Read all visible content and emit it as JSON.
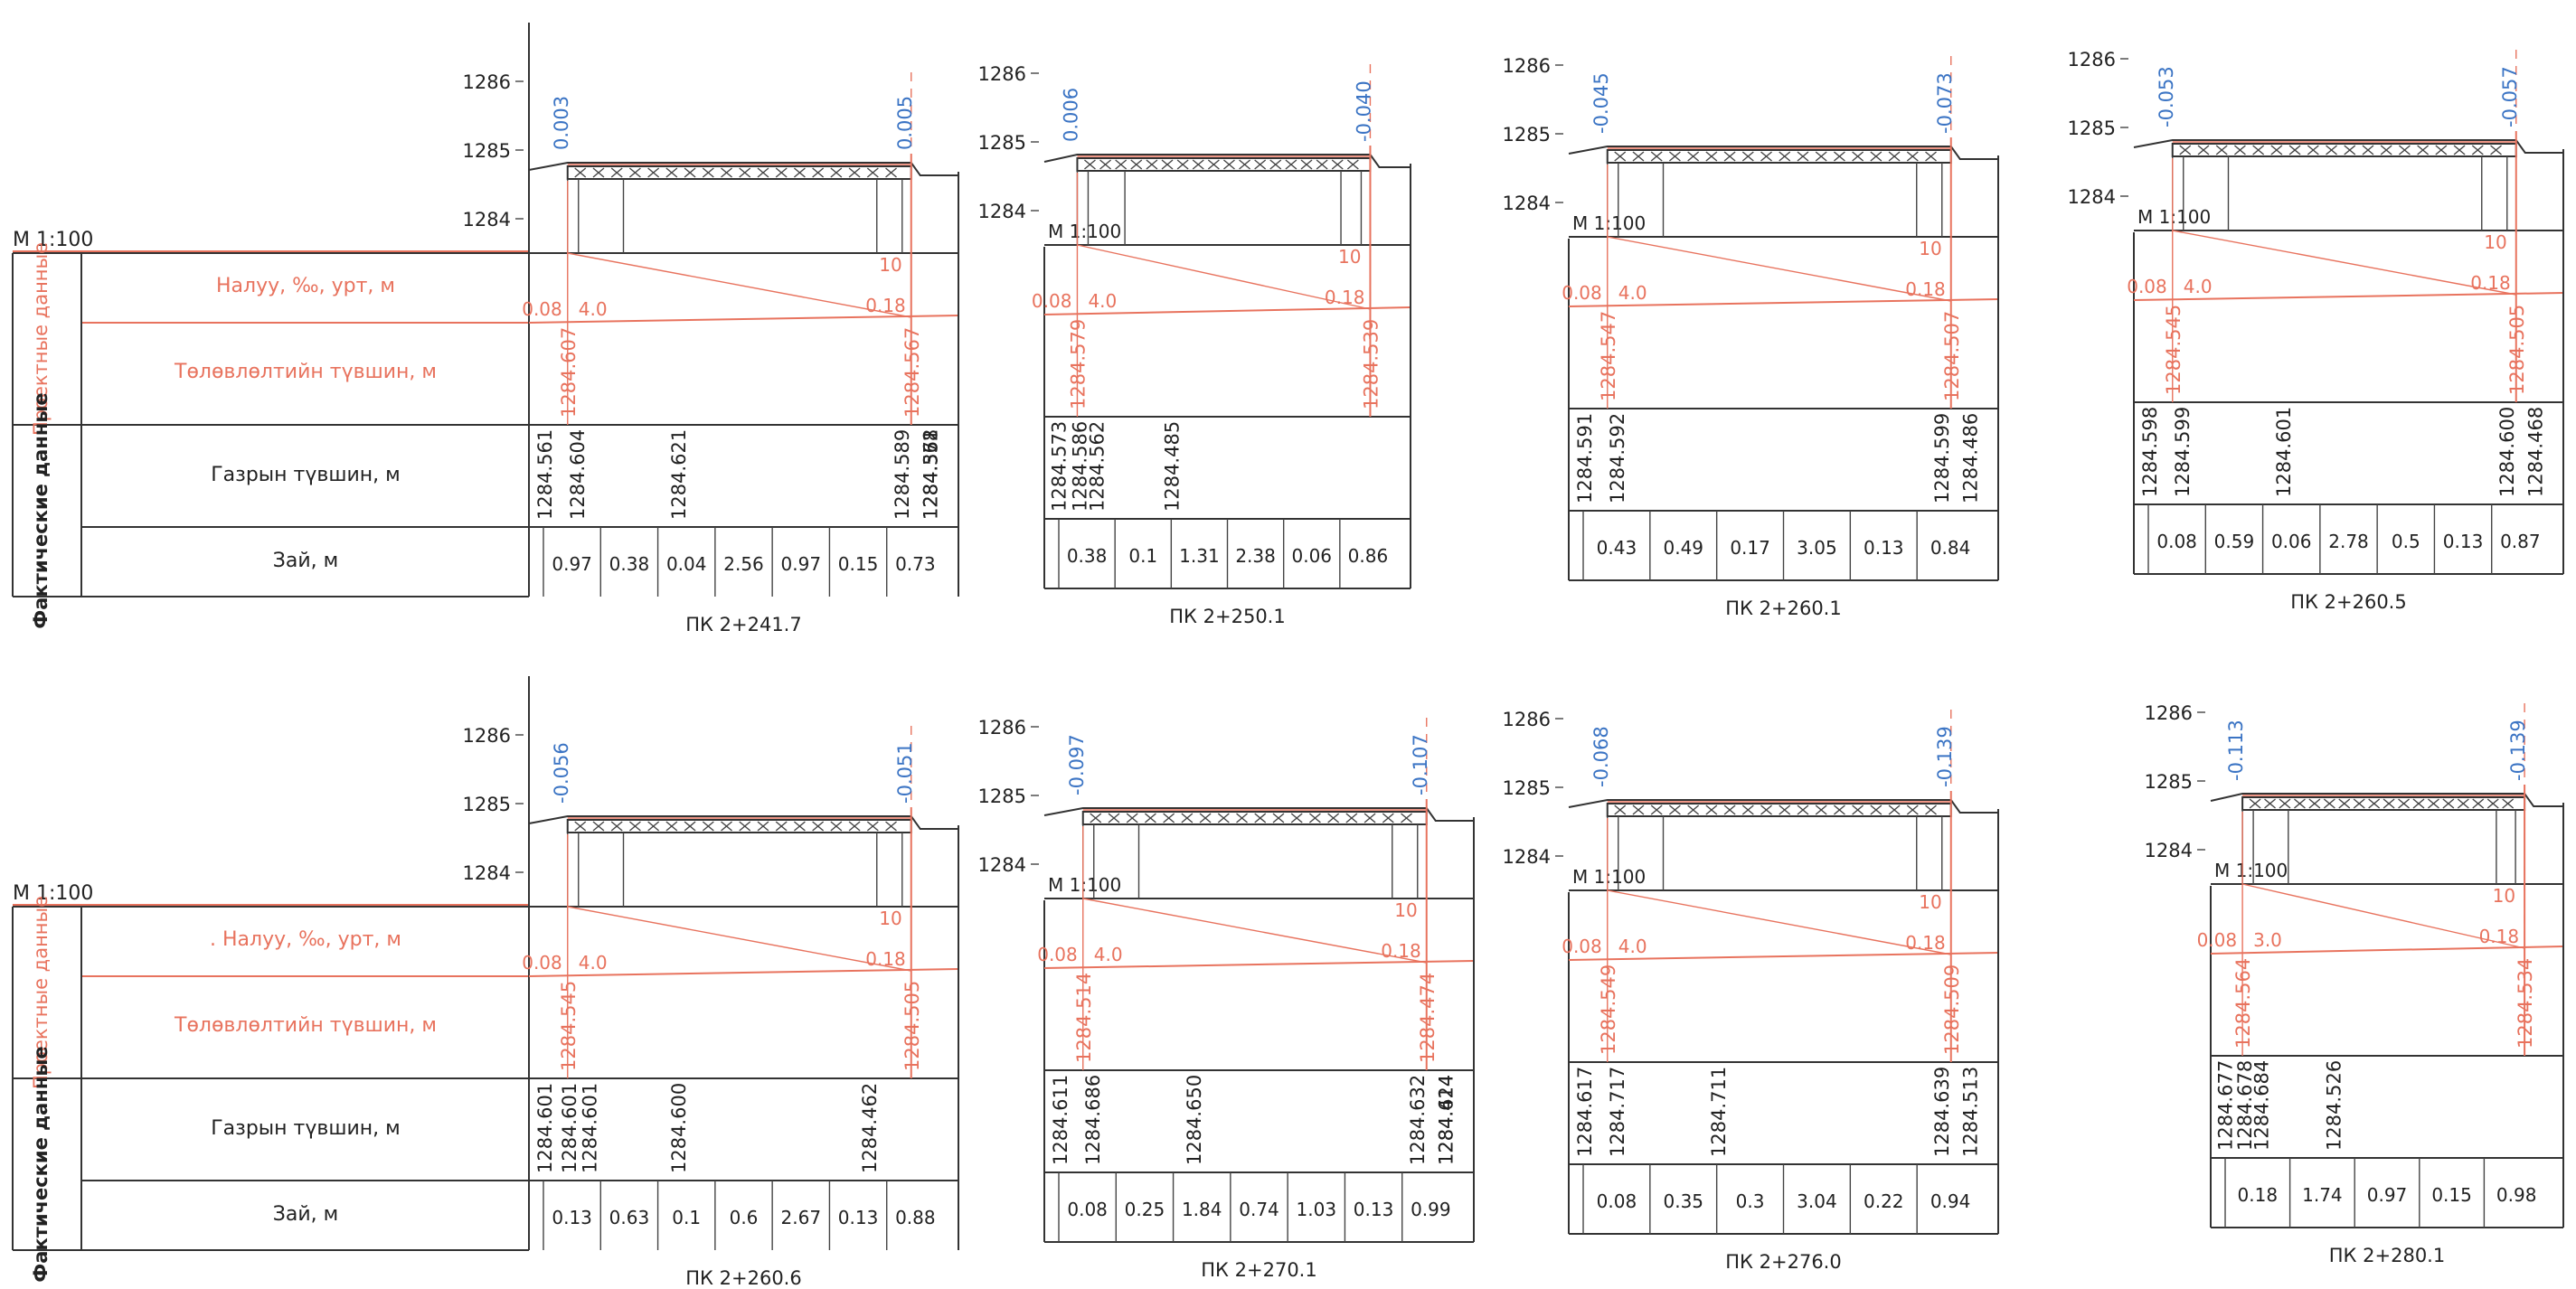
{
  "colors": {
    "line": "#333333",
    "design": "#e8735e",
    "level": "#3b74c4",
    "background": "#ffffff"
  },
  "row_labels": {
    "scale": "М 1:100",
    "group_design": "Проектные данные",
    "group_actual": "Фактические данные",
    "slope": "Налуу, ‰, урт, м",
    "slope_row2": ". Налуу, ‰, урт, м",
    "design_level": "Төлөвлөлтийн түвшин, м",
    "ground_level": "Газрын түвшин, м",
    "distance": "Зай, м"
  },
  "sections": [
    {
      "pk": "ПК 2+241.7",
      "elev_ticks": [
        "1286",
        "1285",
        "1284"
      ],
      "elev_left": "0.003",
      "elev_right": "0.005",
      "slope_left": "0.08",
      "slope_len": "4.0",
      "slope_right": "0.18",
      "slope_10": "10",
      "design_left": "1284.607",
      "design_right": "1284.567",
      "ground": [
        "1284.561",
        "1284.604",
        "1284.621",
        "1284.589",
        "1284.561",
        "1284.552",
        "1284.378"
      ],
      "dist": [
        "0.97",
        "0.38",
        "0.04",
        "2.56",
        "0.97",
        "0.15",
        "0.73"
      ]
    },
    {
      "pk": "ПК 2+250.1",
      "elev_ticks": [
        "1286",
        "1285",
        "1284"
      ],
      "elev_left": "0.006",
      "elev_right": "-0.040",
      "slope_left": "0.08",
      "slope_len": "4.0",
      "slope_right": "0.18",
      "slope_10": "10",
      "design_left": "1284.579",
      "design_right": "1284.539",
      "ground": [
        "1284.573",
        "1284.586",
        "1284.562",
        "1284.485"
      ],
      "dist": [
        "0.38",
        "0.1",
        "1.31",
        "2.38",
        "0.06",
        "0.86"
      ]
    },
    {
      "pk": "ПК 2+260.1",
      "elev_ticks": [
        "1286",
        "1285",
        "1284"
      ],
      "elev_left": "-0.045",
      "elev_right": "-0.073",
      "slope_left": "0.08",
      "slope_len": "4.0",
      "slope_right": "0.18",
      "slope_10": "10",
      "design_left": "1284.547",
      "design_right": "1284.507",
      "ground": [
        "1284.591",
        "1284.592",
        "1284.599",
        "1284.486"
      ],
      "dist": [
        "0.43",
        "0.49",
        "0.17",
        "3.05",
        "0.13",
        "0.84"
      ]
    },
    {
      "pk": "ПК 2+260.5",
      "elev_ticks": [
        "1286",
        "1285",
        "1284"
      ],
      "elev_left": "-0.053",
      "elev_right": "-0.057",
      "slope_left": "0.08",
      "slope_len": "4.0",
      "slope_right": "0.18",
      "slope_10": "10",
      "design_left": "1284.545",
      "design_right": "1284.505",
      "ground": [
        "1284.598",
        "1284.599",
        "1284.601",
        "1284.600",
        "1284.468"
      ],
      "dist": [
        "0.08",
        "0.59",
        "0.06",
        "2.78",
        "0.5",
        "0.13",
        "0.87"
      ]
    },
    {
      "pk": "ПК 2+260.6",
      "elev_ticks": [
        "1286",
        "1285",
        "1284"
      ],
      "elev_left": "-0.056",
      "elev_right": "-0.051",
      "slope_left": "0.08",
      "slope_len": "4.0",
      "slope_right": "0.18",
      "slope_10": "10",
      "design_left": "1284.545",
      "design_right": "1284.505",
      "ground": [
        "1284.601",
        "1284.601",
        "1284.601",
        "1284.600",
        "1284.462"
      ],
      "dist": [
        "0.13",
        "0.63",
        "0.1",
        "0.6",
        "2.67",
        "0.13",
        "0.88"
      ]
    },
    {
      "pk": "ПК 2+270.1",
      "elev_ticks": [
        "1286",
        "1285",
        "1284"
      ],
      "elev_left": "-0.097",
      "elev_right": "-0.107",
      "slope_left": "0.08",
      "slope_len": "4.0",
      "slope_right": "0.18",
      "slope_10": "10",
      "design_left": "1284.514",
      "design_right": "1284.474",
      "ground": [
        "1284.611",
        "1284.686",
        "1284.650",
        "1284.632",
        "1284.614",
        "1284.424"
      ],
      "dist": [
        "0.08",
        "0.25",
        "1.84",
        "0.74",
        "1.03",
        "0.13",
        "0.99"
      ]
    },
    {
      "pk": "ПК 2+276.0",
      "elev_ticks": [
        "1286",
        "1285",
        "1284"
      ],
      "elev_left": "-0.068",
      "elev_right": "-0.139",
      "slope_left": "0.08",
      "slope_len": "4.0",
      "slope_right": "0.18",
      "slope_10": "10",
      "design_left": "1284.549",
      "design_right": "1284.509",
      "ground": [
        "1284.617",
        "1284.717",
        "1284.711",
        "1284.639",
        "1284.513"
      ],
      "dist": [
        "0.08",
        "0.35",
        "0.3",
        "3.04",
        "0.22",
        "0.94"
      ]
    },
    {
      "pk": "ПК 2+280.1",
      "elev_ticks": [
        "1286",
        "1285",
        "1284"
      ],
      "elev_left": "-0.113",
      "elev_right": "-0.139",
      "slope_left": "0.08",
      "slope_len": "3.0",
      "slope_right": "0.18",
      "slope_10": "10",
      "design_left": "1284.564",
      "design_right": "1284.534",
      "ground": [
        "1284.677",
        "1284.678",
        "1284.684",
        "1284.526"
      ],
      "dist": [
        "0.18",
        "1.74",
        "0.97",
        "0.15",
        "0.98"
      ]
    }
  ]
}
